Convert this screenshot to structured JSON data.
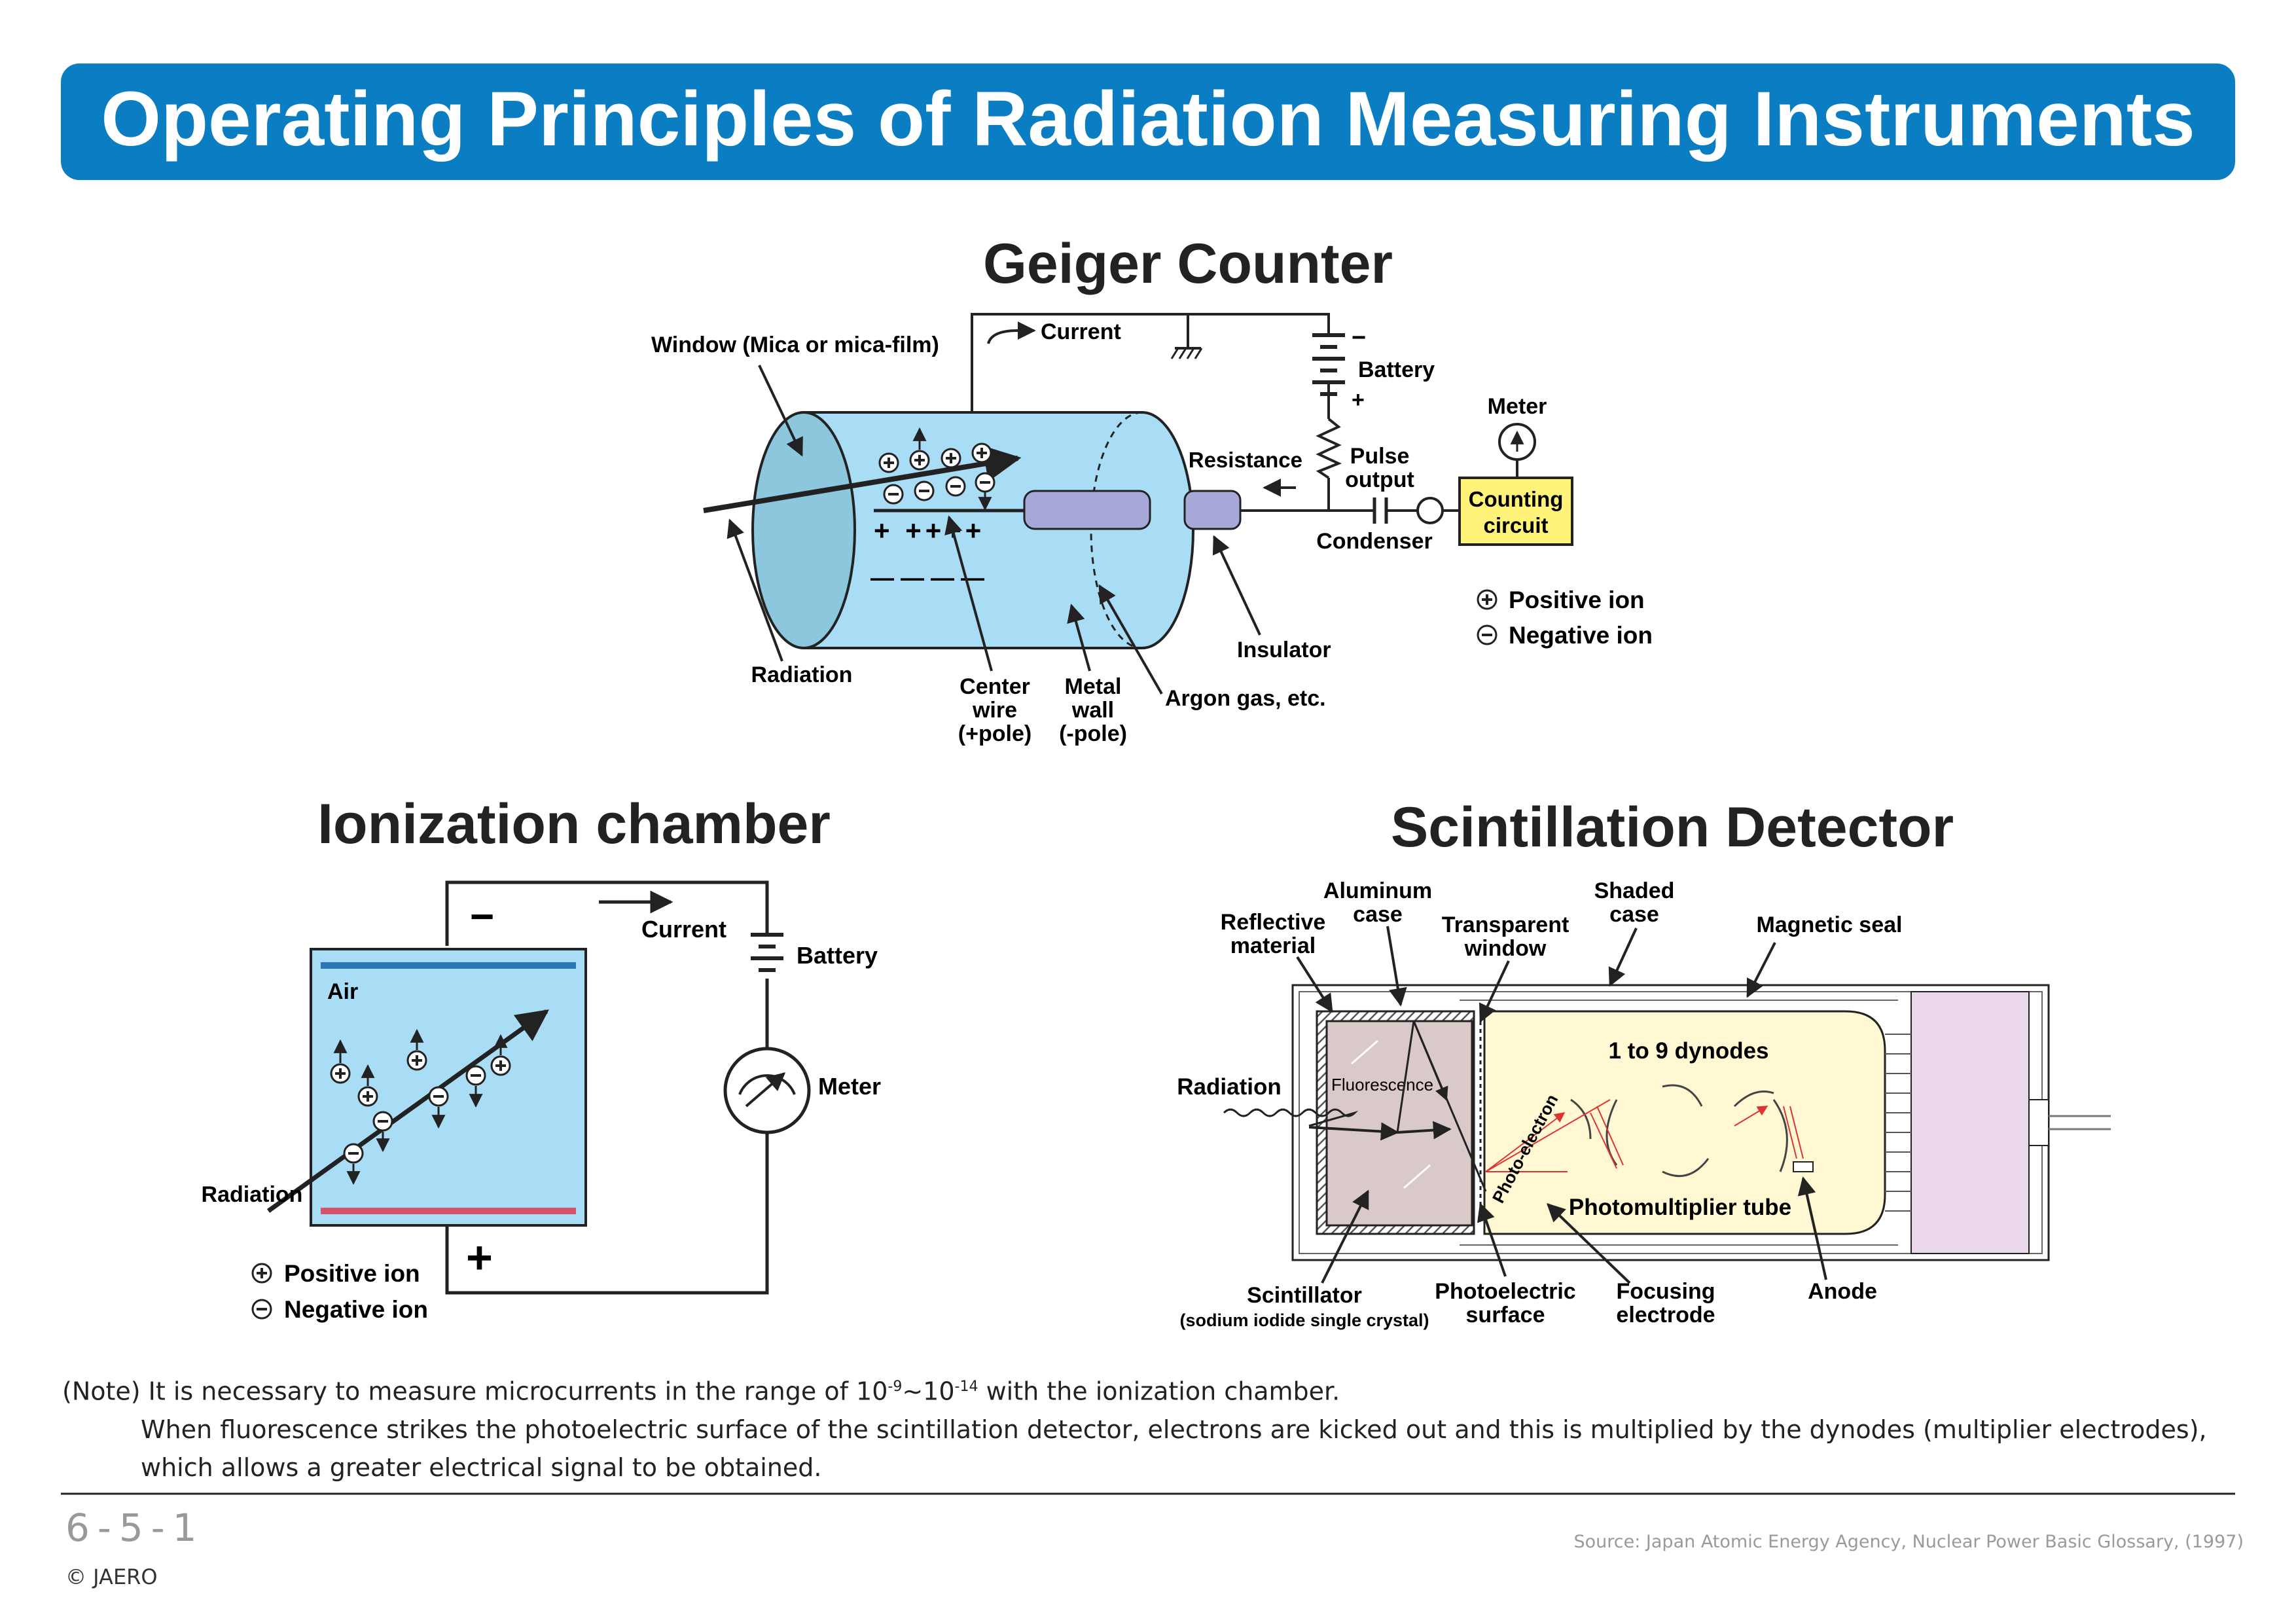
{
  "header": {
    "title": "Operating Principles of Radiation Measuring Instruments",
    "bg_color": "#0b7dc2"
  },
  "geiger": {
    "title": "Geiger Counter",
    "window_label": "Window (Mica or mica-film)",
    "current_label": "Current",
    "battery_label": "Battery",
    "minus": "−",
    "plus": "+",
    "meter_label": "Meter",
    "resistance_label": "Resistance",
    "pulse_label_1": "Pulse",
    "pulse_label_2": "output",
    "condenser_label": "Condenser",
    "counting_1": "Counting",
    "counting_2": "circuit",
    "radiation_label": "Radiation",
    "center_1": "Center",
    "center_2": "wire",
    "center_3": "(+pole)",
    "metal_1": "Metal",
    "metal_2": "wall",
    "metal_3": "(-pole)",
    "argon_label": "Argon gas, etc.",
    "insulator_label": "Insulator",
    "pos_row": "+ ++++",
    "neg_row": "— — — —",
    "legend_pos": "Positive ion",
    "legend_neg": "Negative ion"
  },
  "ionization": {
    "title": "Ionization chamber",
    "current_label": "Current",
    "battery_label": "Battery",
    "meter_label": "Meter",
    "air_label": "Air",
    "radiation_label": "Radiation",
    "minus": "−",
    "plus": "+",
    "legend_pos": "Positive ion",
    "legend_neg": "Negative ion"
  },
  "scintillation": {
    "title": "Scintillation Detector",
    "aluminum_1": "Aluminum",
    "aluminum_2": "case",
    "reflective_1": "Reflective",
    "reflective_2": "material",
    "transparent_1": "Transparent",
    "transparent_2": "window",
    "shaded_1": "Shaded",
    "shaded_2": "case",
    "magnetic_label": "Magnetic seal",
    "radiation_label": "Radiation",
    "fluorescence_label": "Fluorescence",
    "photoelectron_label": "Photo-electron",
    "dynodes_label": "1 to 9 dynodes",
    "pmt_label": "Photomultiplier tube",
    "scintillator_1": "Scintillator",
    "scintillator_2": "(sodium iodide single crystal)",
    "photoelectric_1": "Photoelectric",
    "photoelectric_2": "surface",
    "focusing_1": "Focusing",
    "focusing_2": "electrode",
    "anode_label": "Anode"
  },
  "notes": {
    "line1_prefix": "(Note) It is necessary to measure microcurrents in the range of 10",
    "line1_exp1": "-9",
    "line1_mid": "∼10",
    "line1_exp2": "-14",
    "line1_suffix": " with the ionization chamber.",
    "line2": "When fluorescence strikes the photoelectric surface of the scintillation detector, electrons are kicked out and this is multiplied by the dynodes (multiplier electrodes),",
    "line3": "which allows a greater electrical signal to be obtained."
  },
  "footer": {
    "page_number": "6-5-1",
    "copyright": "© JAERO",
    "source": "Source: Japan Atomic Energy Agency, Nuclear Power Basic Glossary, (1997)"
  }
}
